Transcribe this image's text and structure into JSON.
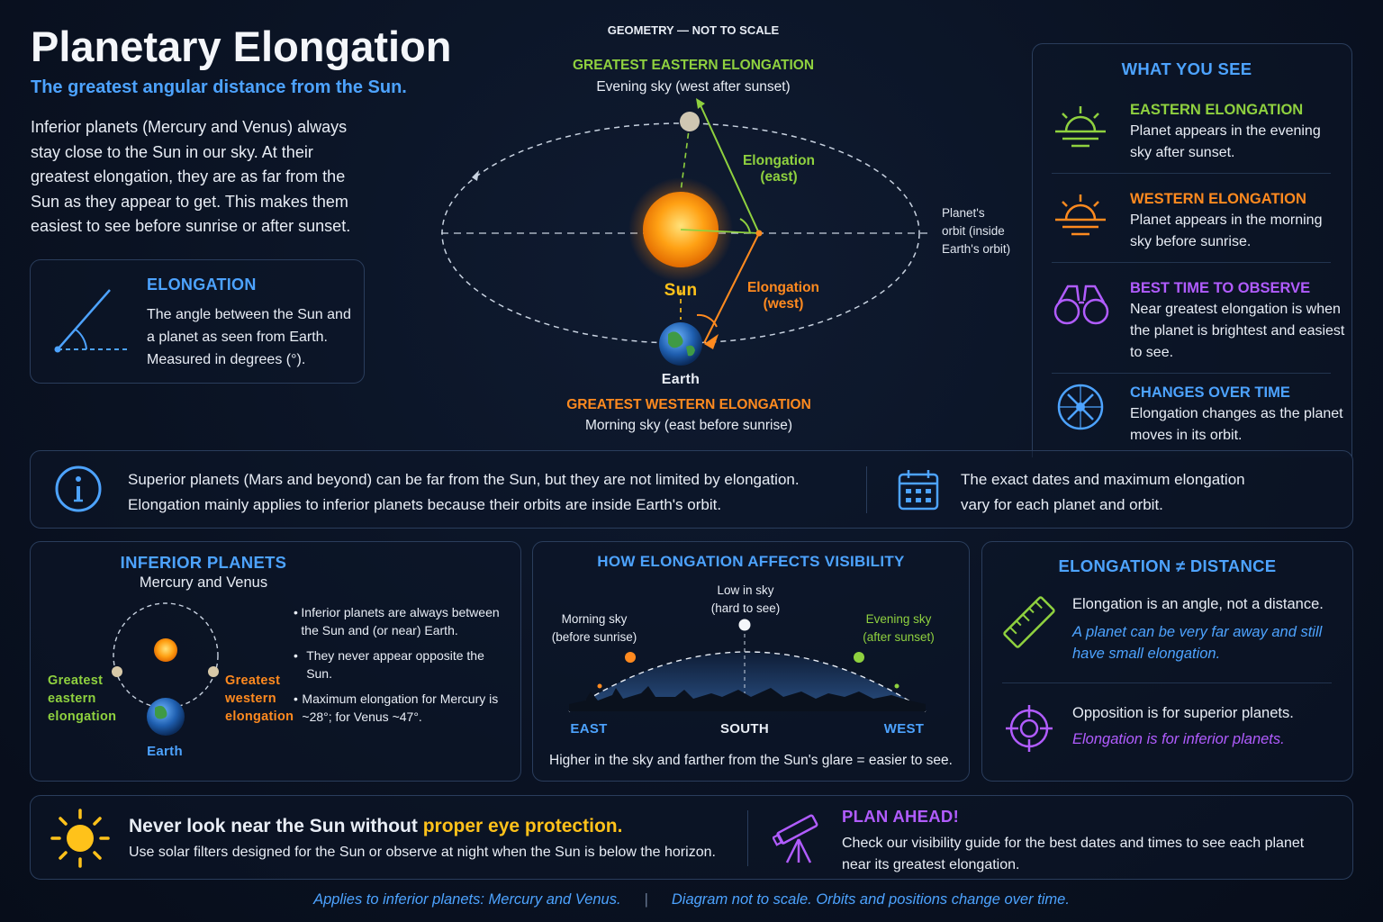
{
  "header": {
    "title": "Planetary Elongation",
    "subtitle": "The greatest angular distance from the Sun.",
    "intro": "Inferior planets (Mercury and Venus) always stay close to the Sun in our sky. At their greatest elongation, they are as far from the Sun as they appear to get. This makes them easiest to see before sunrise or after sunset."
  },
  "elongation_box": {
    "heading": "ELONGATION",
    "text": "The angle between the Sun and a planet as seen from Earth. Measured in degrees (°)."
  },
  "diagram": {
    "note": "GEOMETRY — NOT TO SCALE",
    "east_heading": "GREATEST EASTERN ELONGATION",
    "east_sub": "Evening sky (west after sunset)",
    "east_angle_label_1": "Elongation",
    "east_angle_label_2": "(east)",
    "west_angle_label_1": "Elongation",
    "west_angle_label_2": "(west)",
    "sun_label": "Sun",
    "earth_label": "Earth",
    "orbit_label_1": "Planet's",
    "orbit_label_2": "orbit (inside",
    "orbit_label_3": "Earth's orbit)",
    "west_heading": "GREATEST WESTERN ELONGATION",
    "west_sub": "Morning sky (east before sunrise)"
  },
  "what_you_see": {
    "heading": "WHAT YOU SEE",
    "items": [
      {
        "title": "EASTERN ELONGATION",
        "text": "Planet appears in the evening sky after sunset.",
        "icon": "sunset-icon",
        "color": "#8fd13f"
      },
      {
        "title": "WESTERN ELONGATION",
        "text": "Planet appears in the morning sky before sunrise.",
        "icon": "sunrise-icon",
        "color": "#ff8a1f"
      },
      {
        "title": "BEST TIME TO OBSERVE",
        "text": "Near greatest elongation is when the planet is brightest and easiest to see.",
        "icon": "binoculars-icon",
        "color": "#b15cff"
      },
      {
        "title": "CHANGES OVER TIME",
        "text": "Elongation changes as the planet moves in its orbit.",
        "icon": "orbit-dial-icon",
        "color": "#4da3ff"
      }
    ]
  },
  "info_bar": {
    "text_line1": "Superior planets (Mars and beyond) can be far from the Sun, but they are not limited by elongation.",
    "text_line2": "Elongation mainly applies to inferior planets because their orbits are inside Earth's orbit.",
    "dates_line1": "The exact dates and maximum elongation",
    "dates_line2": "vary for each planet and orbit."
  },
  "inferior": {
    "heading": "INFERIOR PLANETS",
    "sub": "Mercury and Venus",
    "east_label_1": "Greatest",
    "east_label_2": "eastern",
    "east_label_3": "elongation",
    "west_label_1": "Greatest",
    "west_label_2": "western",
    "west_label_3": "elongation",
    "earth_label": "Earth",
    "bullets": [
      "Inferior planets are always between the Sun and (or near) Earth.",
      "They never appear opposite the Sun.",
      "Maximum elongation for Mercury is ~28°; for Venus ~47°."
    ]
  },
  "visibility": {
    "heading": "HOW ELONGATION AFFECTS VISIBILITY",
    "low_1": "Low in sky",
    "low_2": "(hard to see)",
    "morning_1": "Morning sky",
    "morning_2": "(before sunrise)",
    "evening_1": "Evening sky",
    "evening_2": "(after sunset)",
    "east": "EAST",
    "south": "SOUTH",
    "west": "WEST",
    "caption": "Higher in the sky and farther from the Sun's glare = easier to see."
  },
  "distance": {
    "heading": "ELONGATION ≠ DISTANCE",
    "line1": "Elongation is an angle, not a distance.",
    "line2a": "A planet can be very far away and still",
    "line2b": "have small elongation.",
    "line3": "Opposition is for superior planets.",
    "line4": "Elongation is for inferior planets."
  },
  "safety": {
    "warn_a": "Never look near the Sun without ",
    "warn_b": "proper eye protection.",
    "warn_sub": "Use solar filters designed for the Sun or observe at night when the Sun is below the horizon.",
    "plan_heading": "PLAN AHEAD!",
    "plan_line1": "Check our visibility guide for the best dates and times to see each planet",
    "plan_line2": "near its greatest elongation."
  },
  "footer": {
    "left": "Applies to inferior planets: Mercury and Venus.",
    "sep": "|",
    "right": "Diagram not to scale. Orbits and positions change over time."
  },
  "colors": {
    "blue": "#4da3ff",
    "green": "#8fd13f",
    "orange": "#ff8a1f",
    "purple": "#b15cff",
    "yellow": "#ffc21a"
  }
}
